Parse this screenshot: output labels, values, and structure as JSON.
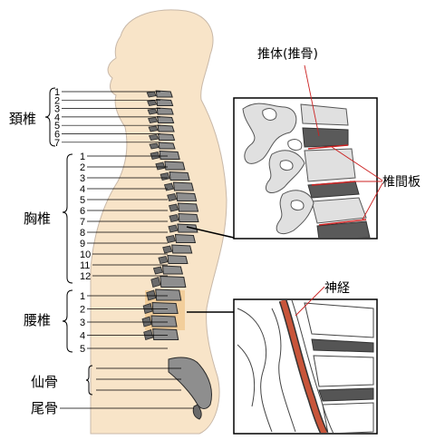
{
  "regions": {
    "cervical": {
      "label": "頚椎",
      "numbers": [
        "1",
        "2",
        "3",
        "4",
        "5",
        "6",
        "7"
      ]
    },
    "thoracic": {
      "label": "胸椎",
      "numbers": [
        "1",
        "2",
        "3",
        "4",
        "5",
        "6",
        "7",
        "8",
        "9",
        "10",
        "11",
        "12"
      ]
    },
    "lumbar": {
      "label": "腰椎",
      "numbers": [
        "1",
        "2",
        "3",
        "4",
        "5"
      ]
    },
    "sacrum": {
      "label": "仙骨"
    },
    "coccyx": {
      "label": "尾骨"
    }
  },
  "callouts": {
    "vertebral_body": "推体(推骨)",
    "intervertebral_disc": "椎間板",
    "nerve": "神経"
  },
  "colors": {
    "skin": "#f8e4c8",
    "skin_outline": "#c8b8a8",
    "vertebra": "#8e8e8e",
    "vertebra_dark": "#3a3a3a",
    "disc": "#d9d9d9",
    "nerve": "#c8553a",
    "highlight_box": "#f0c890",
    "leader_red": "#cc2222"
  }
}
